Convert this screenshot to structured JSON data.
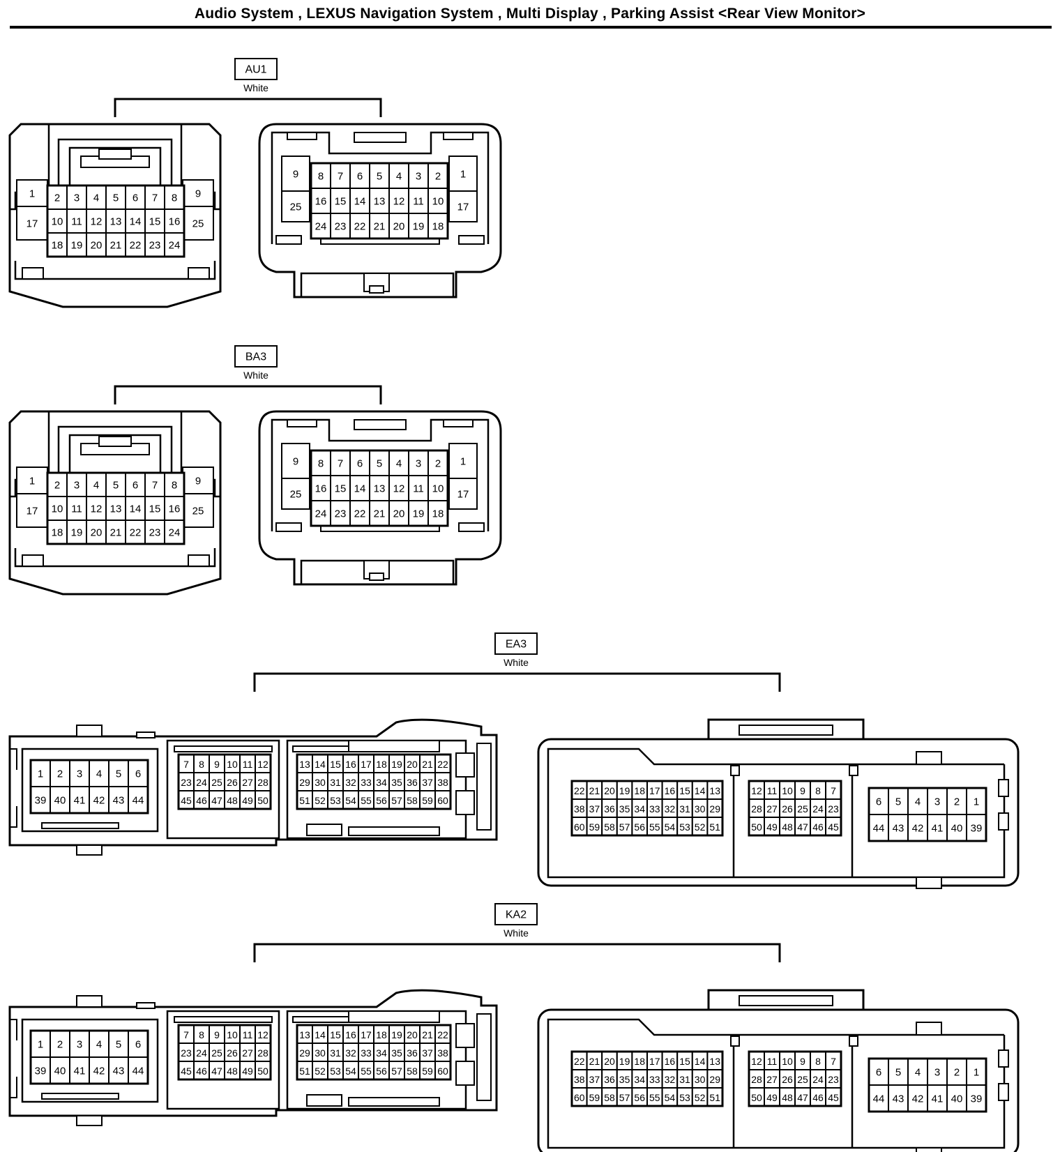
{
  "header": {
    "title": "Audio System , LEXUS Navigation System , Multi Display , Parking Assist <Rear View Monitor>"
  },
  "connectors": [
    {
      "code": "AU1",
      "color": "White",
      "type": "25pin",
      "male": {
        "side_left": [
          "1",
          "17"
        ],
        "rows": [
          [
            "2",
            "3",
            "4",
            "5",
            "6",
            "7",
            "8"
          ],
          [
            "10",
            "11",
            "12",
            "13",
            "14",
            "15",
            "16"
          ],
          [
            "18",
            "19",
            "20",
            "21",
            "22",
            "23",
            "24"
          ]
        ],
        "side_right": [
          "9",
          "25"
        ]
      },
      "female": {
        "side_left": [
          "9",
          "25"
        ],
        "rows": [
          [
            "8",
            "7",
            "6",
            "5",
            "4",
            "3",
            "2"
          ],
          [
            "16",
            "15",
            "14",
            "13",
            "12",
            "11",
            "10"
          ],
          [
            "24",
            "23",
            "22",
            "21",
            "20",
            "19",
            "18"
          ]
        ],
        "side_right": [
          "1",
          "17"
        ]
      }
    },
    {
      "code": "BA3",
      "color": "White",
      "type": "25pin",
      "male": {
        "side_left": [
          "1",
          "17"
        ],
        "rows": [
          [
            "2",
            "3",
            "4",
            "5",
            "6",
            "7",
            "8"
          ],
          [
            "10",
            "11",
            "12",
            "13",
            "14",
            "15",
            "16"
          ],
          [
            "18",
            "19",
            "20",
            "21",
            "22",
            "23",
            "24"
          ]
        ],
        "side_right": [
          "9",
          "25"
        ]
      },
      "female": {
        "side_left": [
          "9",
          "25"
        ],
        "rows": [
          [
            "8",
            "7",
            "6",
            "5",
            "4",
            "3",
            "2"
          ],
          [
            "16",
            "15",
            "14",
            "13",
            "12",
            "11",
            "10"
          ],
          [
            "24",
            "23",
            "22",
            "21",
            "20",
            "19",
            "18"
          ]
        ],
        "side_right": [
          "1",
          "17"
        ]
      }
    },
    {
      "code": "EA3",
      "color": "White",
      "type": "60pin",
      "male": {
        "blocks": [
          [
            [
              "1",
              "2",
              "3",
              "4",
              "5",
              "6"
            ],
            [
              "39",
              "40",
              "41",
              "42",
              "43",
              "44"
            ]
          ],
          [
            [
              "7",
              "8",
              "9",
              "10",
              "11",
              "12"
            ],
            [
              "23",
              "24",
              "25",
              "26",
              "27",
              "28"
            ],
            [
              "45",
              "46",
              "47",
              "48",
              "49",
              "50"
            ]
          ],
          [
            [
              "13",
              "14",
              "15",
              "16",
              "17",
              "18",
              "19",
              "20",
              "21",
              "22"
            ],
            [
              "29",
              "30",
              "31",
              "32",
              "33",
              "34",
              "35",
              "36",
              "37",
              "38"
            ],
            [
              "51",
              "52",
              "53",
              "54",
              "55",
              "56",
              "57",
              "58",
              "59",
              "60"
            ]
          ]
        ]
      },
      "female": {
        "blocks": [
          [
            [
              "22",
              "21",
              "20",
              "19",
              "18",
              "17",
              "16",
              "15",
              "14",
              "13"
            ],
            [
              "38",
              "37",
              "36",
              "35",
              "34",
              "33",
              "32",
              "31",
              "30",
              "29"
            ],
            [
              "60",
              "59",
              "58",
              "57",
              "56",
              "55",
              "54",
              "53",
              "52",
              "51"
            ]
          ],
          [
            [
              "12",
              "11",
              "10",
              "9",
              "8",
              "7"
            ],
            [
              "28",
              "27",
              "26",
              "25",
              "24",
              "23"
            ],
            [
              "50",
              "49",
              "48",
              "47",
              "46",
              "45"
            ]
          ],
          [
            [
              "6",
              "5",
              "4",
              "3",
              "2",
              "1"
            ],
            [
              "44",
              "43",
              "42",
              "41",
              "40",
              "39"
            ]
          ]
        ]
      }
    },
    {
      "code": "KA2",
      "color": "White",
      "type": "60pin",
      "male": {
        "blocks": [
          [
            [
              "1",
              "2",
              "3",
              "4",
              "5",
              "6"
            ],
            [
              "39",
              "40",
              "41",
              "42",
              "43",
              "44"
            ]
          ],
          [
            [
              "7",
              "8",
              "9",
              "10",
              "11",
              "12"
            ],
            [
              "23",
              "24",
              "25",
              "26",
              "27",
              "28"
            ],
            [
              "45",
              "46",
              "47",
              "48",
              "49",
              "50"
            ]
          ],
          [
            [
              "13",
              "14",
              "15",
              "16",
              "17",
              "18",
              "19",
              "20",
              "21",
              "22"
            ],
            [
              "29",
              "30",
              "31",
              "32",
              "33",
              "34",
              "35",
              "36",
              "37",
              "38"
            ],
            [
              "51",
              "52",
              "53",
              "54",
              "55",
              "56",
              "57",
              "58",
              "59",
              "60"
            ]
          ]
        ]
      },
      "female": {
        "blocks": [
          [
            [
              "22",
              "21",
              "20",
              "19",
              "18",
              "17",
              "16",
              "15",
              "14",
              "13"
            ],
            [
              "38",
              "37",
              "36",
              "35",
              "34",
              "33",
              "32",
              "31",
              "30",
              "29"
            ],
            [
              "60",
              "59",
              "58",
              "57",
              "56",
              "55",
              "54",
              "53",
              "52",
              "51"
            ]
          ],
          [
            [
              "12",
              "11",
              "10",
              "9",
              "8",
              "7"
            ],
            [
              "28",
              "27",
              "26",
              "25",
              "24",
              "23"
            ],
            [
              "50",
              "49",
              "48",
              "47",
              "46",
              "45"
            ]
          ],
          [
            [
              "6",
              "5",
              "4",
              "3",
              "2",
              "1"
            ],
            [
              "44",
              "43",
              "42",
              "41",
              "40",
              "39"
            ]
          ]
        ]
      }
    }
  ]
}
